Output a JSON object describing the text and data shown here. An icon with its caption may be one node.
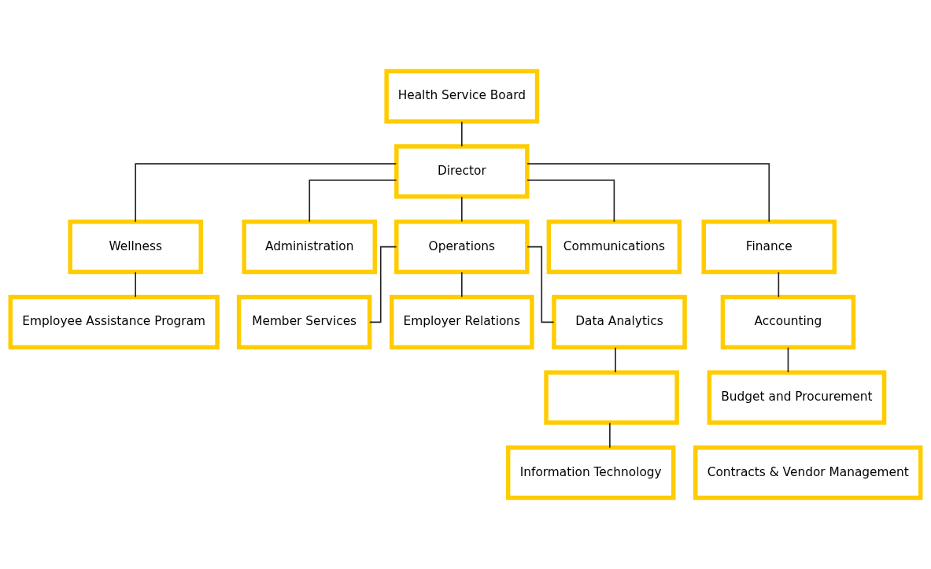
{
  "diagram": {
    "nodes": [
      {
        "text": [
          "Health Service Board"
        ]
      },
      {
        "text": [
          "Director"
        ]
      },
      {
        "text": [
          "Wellness"
        ]
      },
      {
        "text": [
          "Administration"
        ]
      },
      {
        "text": [
          "Operations"
        ]
      },
      {
        "text": [
          "Communications"
        ]
      },
      {
        "text": [
          "Finance"
        ]
      },
      {
        "text": [
          "Employee Assistance Program"
        ]
      },
      {
        "text": [
          "Member Services"
        ]
      },
      {
        "text": [
          "Employer Relations"
        ]
      },
      {
        "text": [
          "Data Analytics"
        ]
      },
      {
        "text": [],
        "shape": "box"
      },
      {
        "text": [
          "Information Technology"
        ]
      },
      {
        "text": [
          "Accounting"
        ]
      },
      {
        "text": [
          "Budget and Procurement"
        ]
      },
      {
        "text": [
          "Contracts & Vendor Management"
        ]
      }
    ],
    "edges": [
      {
        "from": 0,
        "to": 1,
        "arrow": "none"
      },
      {
        "from": 1,
        "to": 2,
        "arrow": "none"
      },
      {
        "from": 1,
        "to": 3,
        "arrow": "none"
      },
      {
        "from": 1,
        "to": 4,
        "arrow": "none"
      },
      {
        "from": 1,
        "to": 5,
        "arrow": "none"
      },
      {
        "from": 1,
        "to": 6,
        "arrow": "none"
      },
      {
        "from": 2,
        "to": 7,
        "arrow": "none"
      },
      {
        "from": 4,
        "to": 10,
        "arrow": "none"
      },
      {
        "from": 4,
        "to": 8,
        "arrow": "none"
      },
      {
        "from": 4,
        "to": 9,
        "arrow": "none"
      },
      {
        "from": 10,
        "to": 11,
        "arrow": "none"
      },
      {
        "from": 11,
        "to": 12,
        "arrow": "none"
      },
      {
        "from": 6,
        "to": 13,
        "arrow": "none"
      },
      {
        "from": 13,
        "to": 14,
        "arrow": "none"
      }
    ]
  }
}
